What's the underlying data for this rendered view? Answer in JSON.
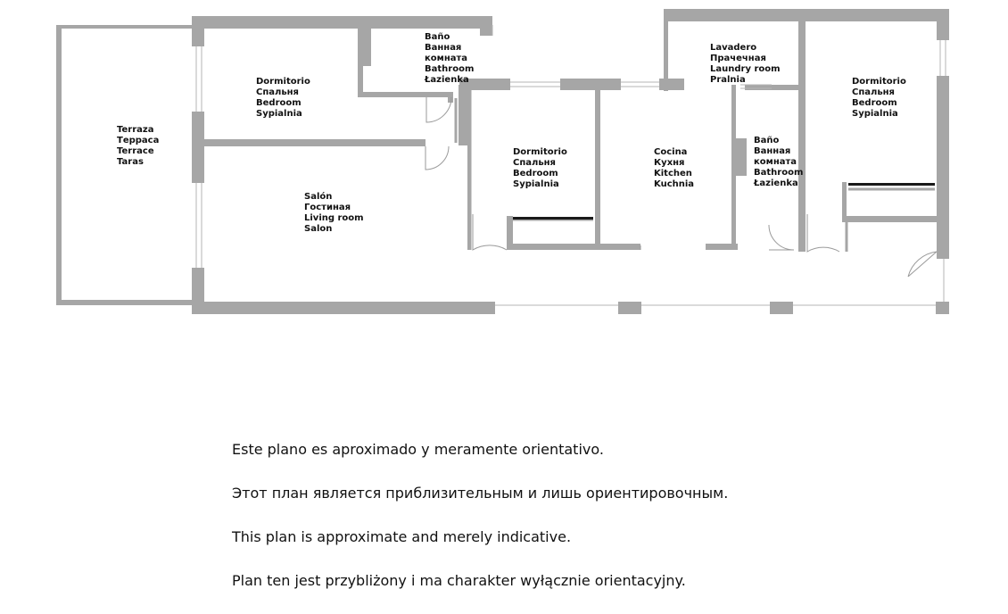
{
  "rooms": {
    "terrace": [
      "Terraza",
      "Терраса",
      "Terrace",
      "Taras"
    ],
    "bedroom_1": [
      "Dormitorio",
      "Спальня",
      "Bedroom",
      "Sypialnia"
    ],
    "bathroom_1": [
      "Baño",
      "Ванная",
      "комната",
      "Bathroom",
      "Łazienka"
    ],
    "living_room": [
      "Salón",
      "Гостиная",
      "Living room",
      "Salon"
    ],
    "bedroom_2": [
      "Dormitorio",
      "Спальня",
      "Bedroom",
      "Sypialnia"
    ],
    "kitchen": [
      "Cocina",
      "Кухня",
      "Kitchen",
      "Kuchnia"
    ],
    "laundry": [
      "Lavadero",
      "Прачечная",
      "Laundry room",
      "Pralnia"
    ],
    "bathroom_2": [
      "Baño",
      "Ванная",
      "комната",
      "Bathroom",
      "Łazienka"
    ],
    "bedroom_3": [
      "Dormitorio",
      "Спальня",
      "Bedroom",
      "Sypialnia"
    ]
  },
  "disclaimer": [
    "Este plano es aproximado y meramente orientativo.",
    "Этот план является приблизительным и лишь ориентировочным.",
    "This plan is approximate and merely indicative.",
    "Plan ten jest przybliżony i ma charakter wyłącznie orientacyjny."
  ]
}
